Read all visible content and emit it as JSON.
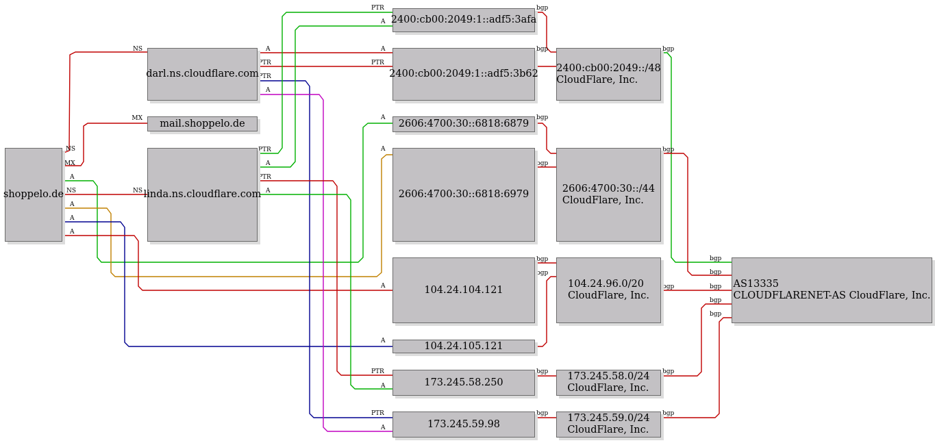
{
  "colors": {
    "red": "#c00000",
    "green": "#00b000",
    "orange": "#c08000",
    "navy": "#000090",
    "magenta": "#c000c0",
    "node_fill": "#c3c1c4",
    "node_border": "#6b6b6b"
  },
  "nodes": {
    "shoppelo": "shoppelo.de",
    "darl": "darl.ns.cloudflare.com",
    "mail": "mail.shoppelo.de",
    "linda": "linda.ns.cloudflare.com",
    "ip6_3afa": "2400:cb00:2049:1::adf5:3afa",
    "ip6_3b62": "2400:cb00:2049:1::adf5:3b62",
    "ip6_6879": "2606:4700:30::6818:6879",
    "ip6_6979": "2606:4700:30::6818:6979",
    "ip4_104_121": "104.24.104.121",
    "ip4_105_121": "104.24.105.121",
    "ip4_58_250": "173.245.58.250",
    "ip4_59_98": "173.245.59.98",
    "net_2400": [
      "2400:cb00:2049::/48",
      "CloudFlare, Inc."
    ],
    "net_2606": [
      "2606:4700:30::/44",
      "CloudFlare, Inc."
    ],
    "net_104": [
      "104.24.96.0/20",
      "CloudFlare, Inc."
    ],
    "net_173_58": [
      "173.245.58.0/24",
      "CloudFlare, Inc."
    ],
    "net_173_59": [
      "173.245.59.0/24",
      "CloudFlare, Inc."
    ],
    "as13335": [
      "AS13335",
      "CLOUDFLARENET-AS CloudFlare, Inc."
    ]
  },
  "edge_labels": {
    "ns": "NS",
    "mx": "MX",
    "a": "A",
    "ptr": "PTR",
    "bgp": "bgp"
  }
}
